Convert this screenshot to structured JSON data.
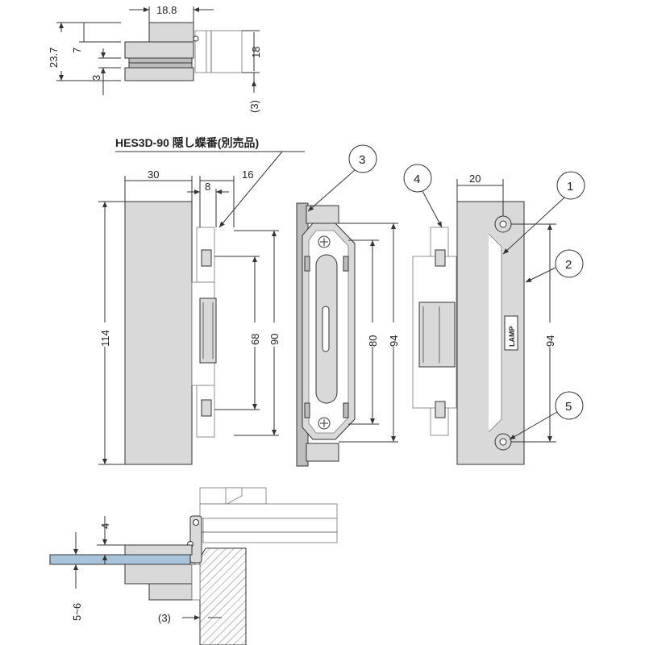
{
  "top_view": {
    "dims": {
      "width": "18.8",
      "height_total": "23.7",
      "upper": "7",
      "gap": "3",
      "right_height": "18",
      "offset": "(3)"
    }
  },
  "front_view": {
    "caption": "HES3D-90 隠し蝶番(別売品)",
    "dims": {
      "width": "30",
      "offset": "8",
      "depth": "16",
      "height": "114",
      "inner": "68",
      "outer": "90"
    }
  },
  "plate_view": {
    "dims": {
      "slot": "80",
      "height": "94"
    }
  },
  "back_view": {
    "dims": {
      "width": "20",
      "height": "94"
    },
    "brand_mark": "LAMP"
  },
  "callouts": [
    "1",
    "2",
    "3",
    "4",
    "5"
  ],
  "section_view": {
    "dims": {
      "upper": "4",
      "glass": "5~6",
      "offset": "(3)"
    }
  },
  "colors": {
    "body": "#d9d9d9",
    "glass": "#a9c3db",
    "line": "#333333"
  }
}
